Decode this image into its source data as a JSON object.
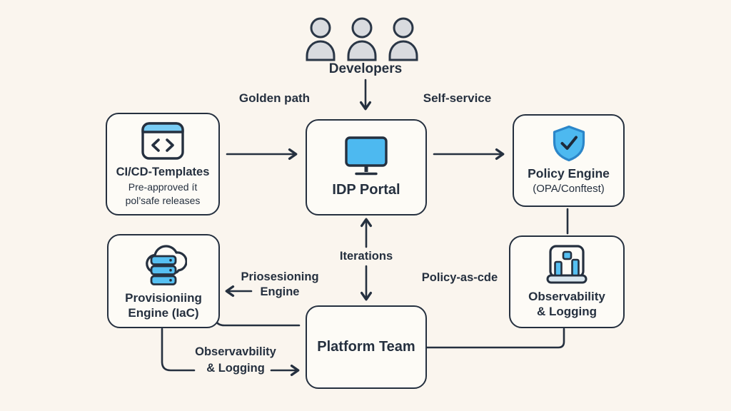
{
  "diagram": {
    "actors": {
      "developers": {
        "label": "Developers",
        "icon": "users-icon"
      }
    },
    "nodes": {
      "cicd_templates": {
        "title": "CI/CD-Templates",
        "subtitle_line1": "Pre-approved ít",
        "subtitle_line2": "pol’safe releases",
        "icon": "code-window-icon"
      },
      "idp_portal": {
        "title": "IDP Portal",
        "icon": "monitor-icon"
      },
      "policy_engine": {
        "title": "Policy Engine",
        "subtitle": "(OPA/Conftest)",
        "icon": "shield-check-icon"
      },
      "provisioning_engine": {
        "title_line1": "Provisioniing",
        "title_line2": "Engine (IaC)",
        "icon": "cloud-server-icon"
      },
      "observability": {
        "title_line1": "Observability",
        "title_line2": "& Logging",
        "icon": "bar-chart-window-icon"
      },
      "platform_team": {
        "title": "Platform Team"
      }
    },
    "edge_labels": {
      "golden_path": "Golden path",
      "self_service": "Self-service",
      "iterations": "Iterations",
      "provisioning_line1": "Priosesioning",
      "provisioning_line2": "Engine",
      "policy_as_code": "Policy-as-cde",
      "observability_line1": "Observavbility",
      "observability_line2": "& Logging"
    },
    "colors": {
      "background": "#faf5ee",
      "node_fill": "#fdfbf6",
      "outline": "#25303f",
      "accent_blue": "#4db9f0",
      "accent_blue_light": "#79ccf4",
      "person_fill": "#d9dbdf",
      "base_gray": "#d9e6ee"
    }
  }
}
